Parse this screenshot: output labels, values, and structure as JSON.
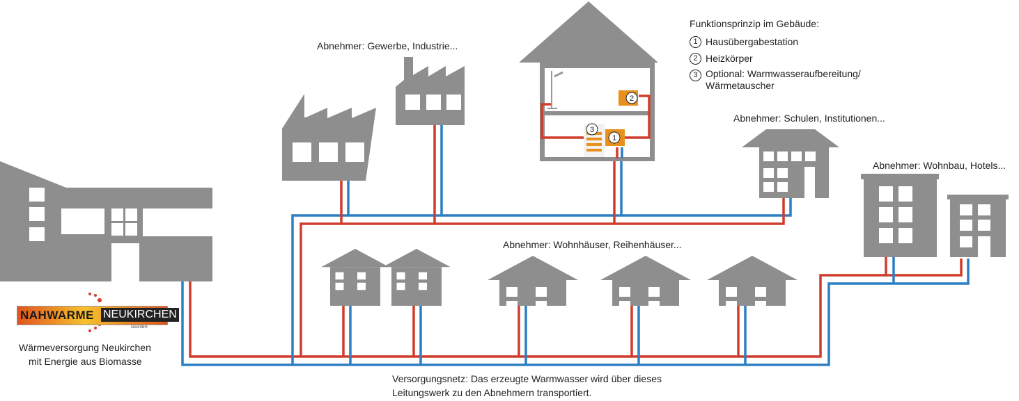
{
  "labels": {
    "industry": "Abnehmer: Gewerbe, Industrie...",
    "schools": "Abnehmer: Schulen, Institutionen...",
    "housing": "Abnehmer: Wohnbau, Hotels...",
    "residential": "Abnehmer: Wohnhäuser, Reihenhäuser..."
  },
  "legend": {
    "title": "Funktionsprinzip im Gebäude:",
    "items": [
      {
        "num": "1",
        "text": "Hausübergabestation"
      },
      {
        "num": "2",
        "text": "Heizkörper"
      },
      {
        "num": "3",
        "text": "Optional: Warmwasseraufbereitung/ Wärmetauscher"
      }
    ]
  },
  "logo": {
    "part1": "NAHWARME",
    "part2": "NEUKIRCHEN",
    "sub": "GesmbH"
  },
  "plant_caption": {
    "line1": "Wärmeversorgung Neukirchen",
    "line2": "mit Energie aus Biomasse"
  },
  "network_caption": {
    "line1": "Versorgungsnetz: Das erzeugte Warmwasser wird über dieses",
    "line2": "Leitungswerk zu den Abnehmern transportiert."
  },
  "colors": {
    "building": "#8e8e8e",
    "supply": "#d03c2b",
    "return": "#2b7fc3",
    "accent": "#e8901e"
  }
}
